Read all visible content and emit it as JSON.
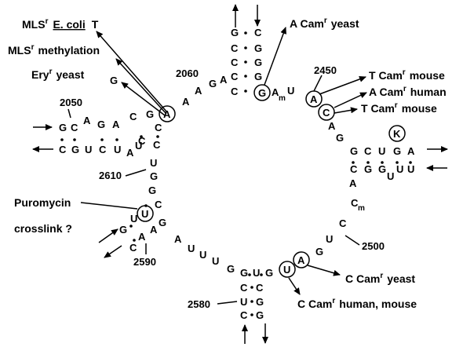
{
  "annotations": {
    "a1_main": "MLS",
    "a1_sup": "r",
    "a1_org": "E. coli",
    "a1_base": "T",
    "a2_main": "MLS",
    "a2_sup": "r",
    "a2_rest": "methylation",
    "a3_main": "Ery",
    "a3_sup": "r",
    "a3_rest": "yeast",
    "a4_base": "G",
    "a5_pre": "A Cam",
    "a5_sup": "r",
    "a5_rest": "yeast",
    "a6_pre": "T Cam",
    "a6_sup": "r",
    "a6_rest": "mouse",
    "a7_pre": "A Cam",
    "a7_sup": "r",
    "a7_rest": "human",
    "a8_pre": "T Cam",
    "a8_sup": "r",
    "a8_rest": "mouse",
    "a9_pre": "C Cam",
    "a9_sup": "r",
    "a9_rest": "yeast",
    "a10_pre": "C Cam",
    "a10_sup": "r",
    "a10_rest": "human, mouse",
    "puro_line1": "Puromycin",
    "puro_line2": "crosslink ?"
  },
  "numbers": {
    "n2060": "2060",
    "n2050": "2050",
    "n2450": "2450",
    "n2610": "2610",
    "n2590": "2590",
    "n2580": "2580",
    "n2500": "2500"
  },
  "nucleotides": {
    "top_l1": "G",
    "top_l2": "C",
    "top_l3": "C",
    "top_l4": "C",
    "top_l5": "C",
    "top_r1": "C",
    "top_r2": "G",
    "top_r3": "G",
    "top_r4": "G",
    "top_r5": "G",
    "tl_A1": "A",
    "tl_A2": "A",
    "tl_G": "G",
    "tl_A3": "A",
    "tl_C": "C",
    "m_sub": "m",
    "mU_U": "U",
    "rt_A": "A",
    "rt_C": "C",
    "rt_A2": "A",
    "rt_G": "G",
    "h1_G1": "G",
    "h1_C1": "C",
    "h1_A1": "A",
    "h1_G2": "G",
    "h1_A2": "A",
    "h1_C2": "C",
    "h1_G3": "G",
    "h1_C3": "C",
    "h1_G4": "G",
    "h1_U1": "U",
    "h1_C4": "C",
    "h1_U2": "U",
    "h1_A3": "A",
    "h1_U3": "U",
    "h1_C5": "C",
    "h1_C6": "C",
    "h2_G1": "G",
    "h2_C1": "C",
    "h2_U1": "U",
    "h2_G2": "G",
    "h2_A1": "A",
    "h2_C2": "C",
    "h2_G3": "G",
    "h2_G4": "G",
    "h2_U2": "U",
    "h2_U3": "U",
    "h2_U4": "U",
    "r_A": "A",
    "r_C": "C",
    "r_m": "m",
    "r_C2": "C",
    "r_U": "U",
    "l_U1": "U",
    "l_G1": "G",
    "l_G2": "G",
    "l_C1": "C",
    "h3_G": "G",
    "h3_U": "U",
    "h3_A": "A",
    "h3_A2": "A",
    "h3_G2": "G",
    "h3_C": "C",
    "h3_A3": "A",
    "b_A": "A",
    "b_U1": "U",
    "b_U2": "U",
    "b_U3": "U",
    "b_G1": "G",
    "b_U4": "U",
    "b_G2": "G",
    "h4_G1": "G",
    "h4_C1": "C",
    "h4_U": "U",
    "h4_C2": "C",
    "h4_G2": "G",
    "h4_G3": "G",
    "k_G": "G",
    "k_K": "K"
  }
}
